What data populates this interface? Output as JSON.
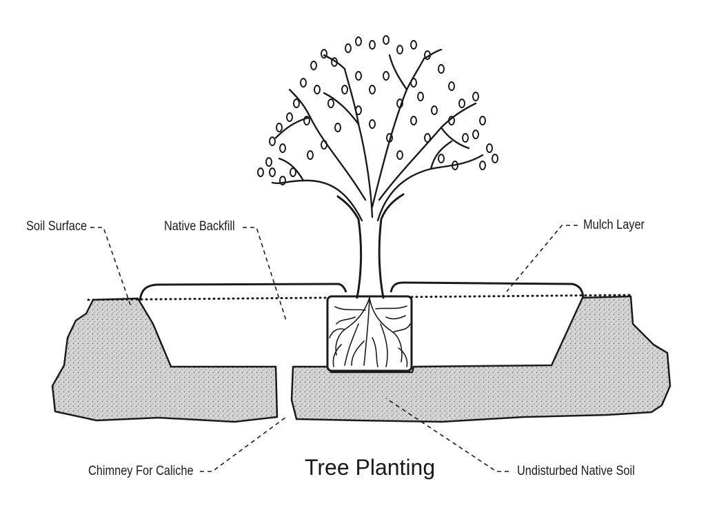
{
  "title": "Tree Planting",
  "labels": {
    "soil_surface": "Soil Surface",
    "native_backfill": "Native Backfill",
    "mulch_layer": "Mulch Layer",
    "chimney_for_caliche": "Chimney For Caliche",
    "undisturbed_native_soil": "Undisturbed Native Soil"
  },
  "colors": {
    "ink": "#1a1a1a",
    "soil_fill": "#d9d9d9",
    "background": "#ffffff"
  }
}
